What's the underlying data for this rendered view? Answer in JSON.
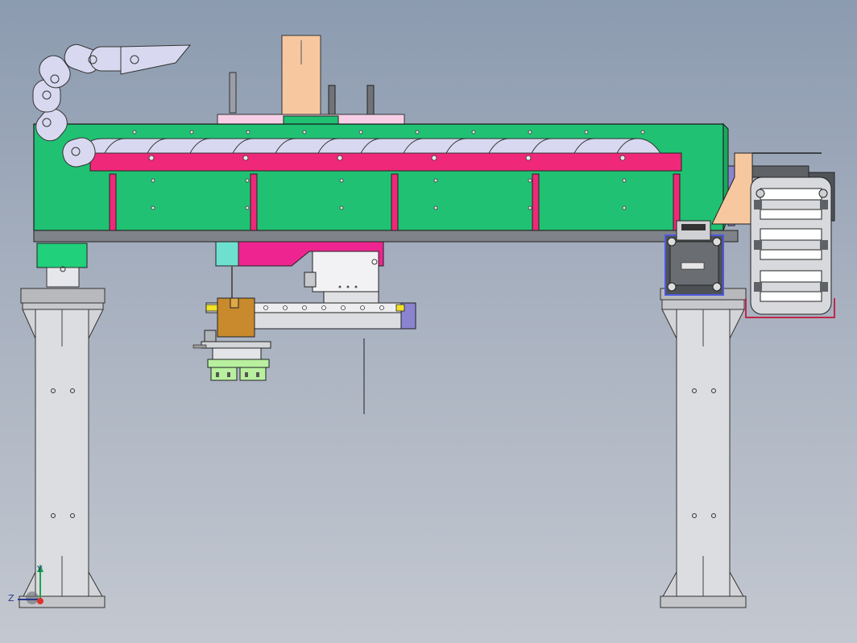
{
  "view": {
    "type": "cad-front-view",
    "background": "#a4aebd"
  },
  "colors": {
    "frame": "#21c173",
    "rail": "#f0287a",
    "cable_chain": "#d8d9f0",
    "slider_block": "#f7c8a0",
    "carriage": "#ee2590",
    "column": "#d2d3d6",
    "bracket": "#c88a2c",
    "gripper": "#b8f0a0",
    "motor": "#5b5b5b",
    "teal_block": "#6ee0d0"
  },
  "triad": {
    "x_label": "",
    "y_label": "Y",
    "z_label": "Z"
  },
  "components": [
    "top-beam",
    "cable-chain",
    "left-column",
    "right-column",
    "carriage",
    "gripper",
    "motor",
    "right-cable-chain"
  ]
}
